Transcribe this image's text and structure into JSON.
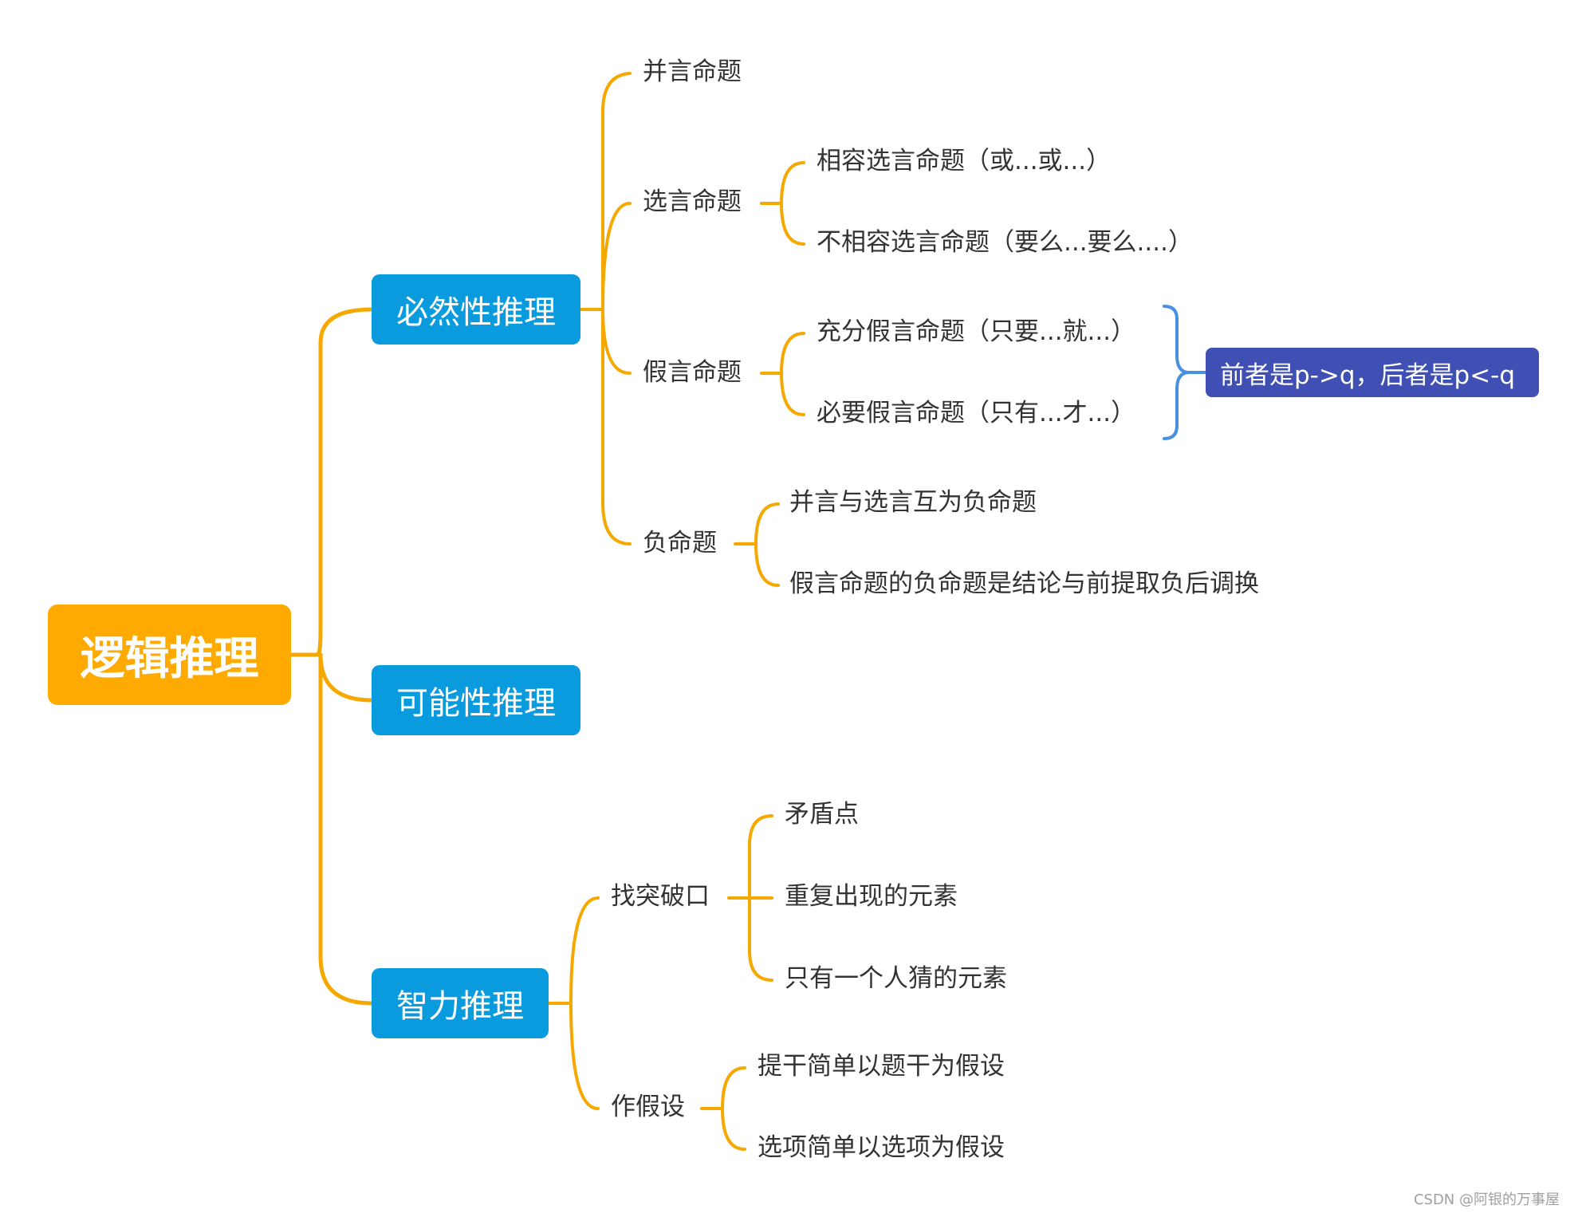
{
  "colors": {
    "root": "#FFAA00",
    "branch": "#0A9BDF",
    "note": "#3F4FB3",
    "connector": "#F5A800",
    "brace": "#4A90E2"
  },
  "root": {
    "label": "逻辑推理"
  },
  "branches": [
    {
      "label": "必然性推理",
      "children": [
        {
          "label": "并言命题",
          "children": []
        },
        {
          "label": "选言命题",
          "children": [
            {
              "label": "相容选言命题（或...或...）"
            },
            {
              "label": "不相容选言命题（要么...要么....）"
            }
          ]
        },
        {
          "label": "假言命题",
          "children": [
            {
              "label": "充分假言命题（只要...就...）"
            },
            {
              "label": "必要假言命题（只有...才...）"
            }
          ]
        },
        {
          "label": "负命题",
          "children": [
            {
              "label": "并言与选言互为负命题"
            },
            {
              "label": "假言命题的负命题是结论与前提取负后调换"
            }
          ]
        }
      ]
    },
    {
      "label": "可能性推理",
      "children": []
    },
    {
      "label": "智力推理",
      "children": [
        {
          "label": "找突破口",
          "children": [
            {
              "label": "矛盾点"
            },
            {
              "label": "重复出现的元素"
            },
            {
              "label": "只有一个人猜的元素"
            }
          ]
        },
        {
          "label": "作假设",
          "children": [
            {
              "label": "提干简单以题干为假设"
            },
            {
              "label": "选项简单以选项为假设"
            }
          ]
        }
      ]
    }
  ],
  "note": {
    "label": "前者是p->q，后者是p<-q"
  },
  "watermark": "CSDN @阿银的万事屋"
}
